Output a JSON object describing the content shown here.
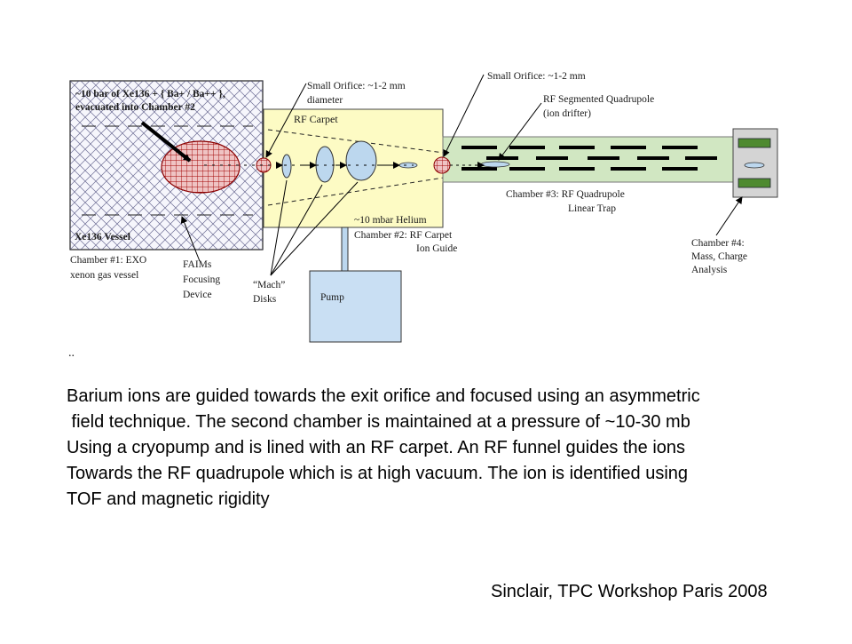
{
  "diagram": {
    "chamber1_text": [
      "~10 bar of Xe136 + { Ba+ / Ba++ },",
      "evacuated into Chamber #2"
    ],
    "xe_vessel": "Xe136 Vessel",
    "chamber1_label": [
      "Chamber #1: EXO",
      "xenon gas vessel"
    ],
    "faims_label": [
      "FAIMs",
      "Focusing",
      "Device"
    ],
    "small_orifice_1": [
      "Small Orifice: ~1-2 mm",
      "diameter"
    ],
    "rf_carpet": "RF Carpet",
    "helium": "~10 mbar Helium",
    "chamber2_label": [
      "Chamber #2: RF Carpet",
      "Ion Guide"
    ],
    "mach_label": [
      "“Mach”",
      "Disks"
    ],
    "pump": "Pump",
    "small_orifice_2": "Small Orifice: ~1-2 mm",
    "quadrupole_label": [
      "RF Segmented Quadrupole",
      "(ion drifter)"
    ],
    "chamber3_label": [
      "Chamber #3: RF Quadrupole",
      "Linear Trap"
    ],
    "chamber4_label": [
      "Chamber #4:",
      "Mass, Charge",
      "Analysis"
    ],
    "dots": ".."
  },
  "caption": [
    "Barium ions are guided towards the exit orifice and focused using an asymmetric",
    " field technique. The second chamber is maintained at a pressure of ~10-30 mb",
    "Using a cryopump and is lined with an RF carpet. An RF funnel guides the ions",
    "Towards the RF quadrupole which is at high vacuum. The ion is identified using",
    "TOF and magnetic rigidity"
  ],
  "credit": "Sinclair, TPC Workshop Paris 2008",
  "colors": {
    "vessel_fill": "#f6f6fc",
    "vessel_hatch": "#3a3a6a",
    "carpet_fill": "#fdfbc4",
    "trap_fill": "#d1e7c2",
    "xenon_fill": "#e8b4b4",
    "xenon_hatch": "#a00000",
    "disk_fill": "#bcd7ee",
    "pump_fill": "#c9dff3",
    "pipe_fill": "#bcd7ee",
    "chamber4_fill": "#d4d4d4",
    "detector_fill": "#4e8a2f"
  }
}
